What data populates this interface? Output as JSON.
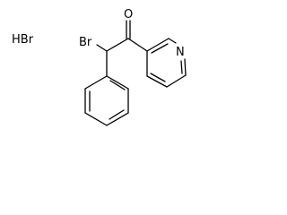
{
  "salt_label": "HBr",
  "atoms": {
    "bromine": "Br",
    "oxygen": "O",
    "nitrogen": "N"
  }
}
